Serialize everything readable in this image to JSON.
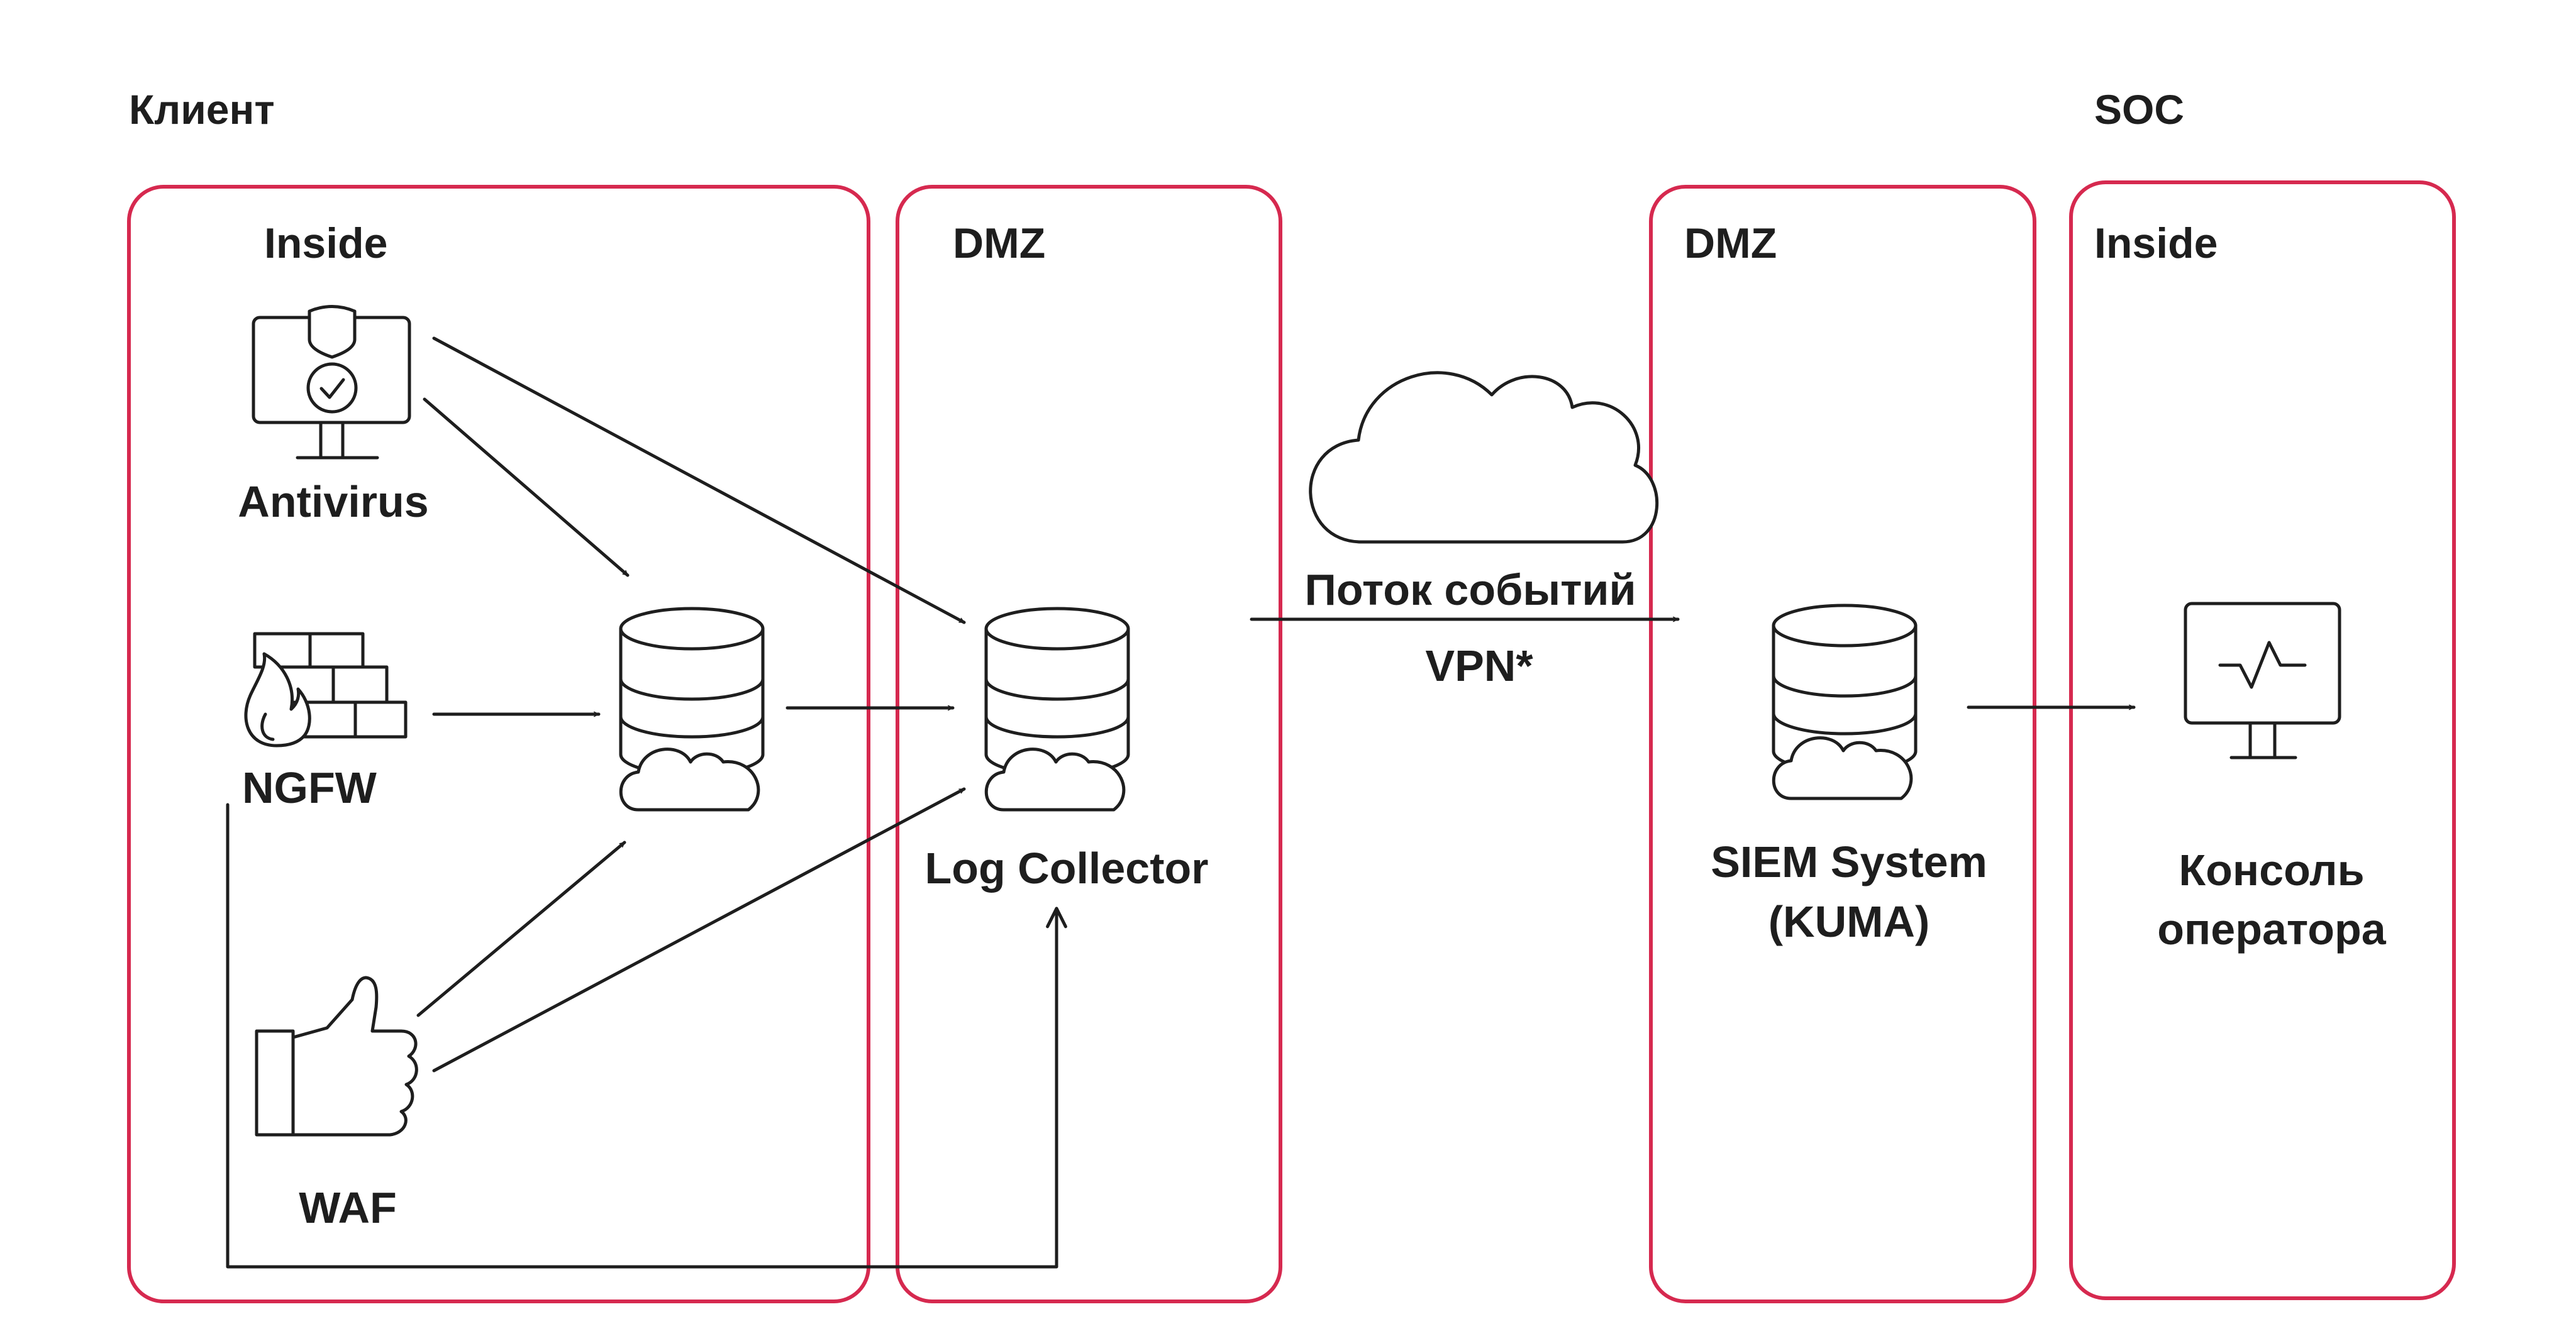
{
  "groups": {
    "client": "Клиент",
    "soc": "SOC"
  },
  "zones": {
    "client_inside": "Inside",
    "client_dmz": "DMZ",
    "soc_dmz": "DMZ",
    "soc_inside": "Inside"
  },
  "nodes": {
    "antivirus": "Antivirus",
    "ngfw": "NGFW",
    "waf": "WAF",
    "log_collector": "Log Collector",
    "siem_line1": "SIEM System",
    "siem_line2": "(KUMA)",
    "console_line1": "Консоль",
    "console_line2": "оператора"
  },
  "link": {
    "line1": "Поток событий",
    "line2": "VPN*"
  },
  "icons": {
    "antivirus": "monitor-shield-check-icon",
    "ngfw": "firewall-flame-icon",
    "waf": "thumbs-up-icon",
    "local_collector": "database-cloud-icon",
    "log_collector": "database-cloud-icon",
    "internet": "cloud-icon",
    "siem": "database-cloud-icon",
    "console": "monitor-pulse-icon"
  },
  "colors": {
    "zone_border": "#d6294f",
    "ink": "#1e1e1e",
    "background": "#ffffff"
  }
}
